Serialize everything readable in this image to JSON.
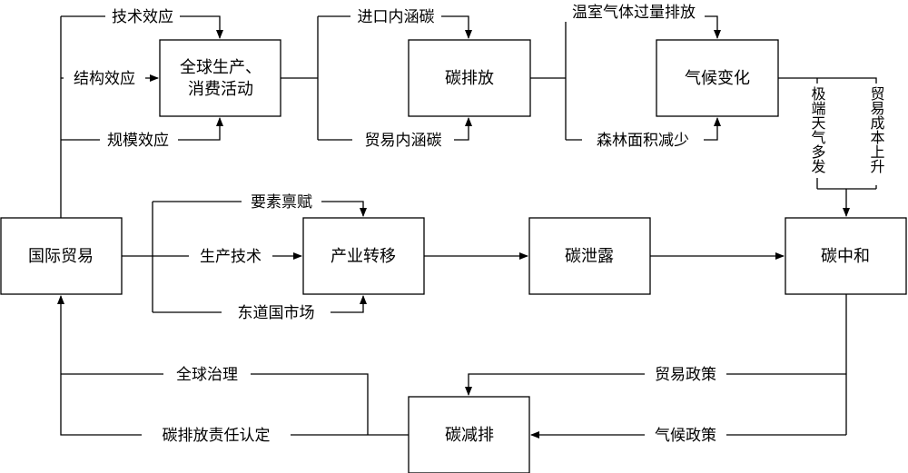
{
  "nodes": {
    "international_trade": "国际贸易",
    "global_production_line1": "全球生产、",
    "global_production_line2": "消费活动",
    "carbon_emission": "碳排放",
    "climate_change": "气候变化",
    "industrial_transfer": "产业转移",
    "carbon_leakage": "碳泄露",
    "carbon_neutrality": "碳中和",
    "carbon_reduction": "碳减排"
  },
  "labels": {
    "technology_effect": "技术效应",
    "structure_effect": "结构效应",
    "scale_effect": "规模效应",
    "imported_embodied_carbon": "进口内涵碳",
    "trade_embodied_carbon": "贸易内涵碳",
    "excess_ghg_emission": "温室气体过量排放",
    "forest_area_decrease": "森林面积减少",
    "extreme_weather": "极端天气多发",
    "trade_cost_rise": "贸易成本上升",
    "factor_endowment": "要素禀赋",
    "production_technology": "生产技术",
    "host_country_market": "东道国市场",
    "global_governance": "全球治理",
    "emission_responsibility": "碳排放责任认定",
    "trade_policy": "贸易政策",
    "climate_policy": "气候政策"
  }
}
